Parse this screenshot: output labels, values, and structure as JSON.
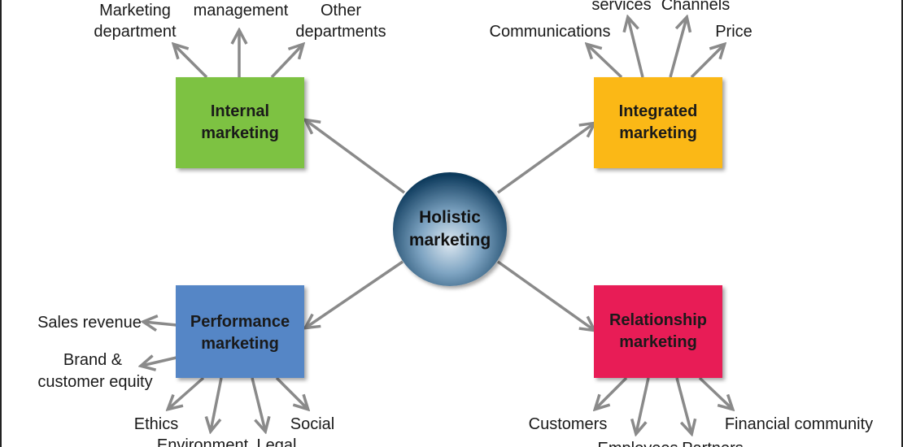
{
  "center": {
    "line1": "Holistic",
    "line2": "marketing"
  },
  "colors": {
    "internal": "#7dc242",
    "integrated": "#fbb817",
    "performance": "#5486c6",
    "relationship": "#e81c57",
    "arrow": "#8a8a8a",
    "center_dark": "#0d3a5c",
    "center_light": "#d6e4ef"
  },
  "boxes": {
    "internal": {
      "line1": "Internal",
      "line2": "marketing"
    },
    "integrated": {
      "line1": "Integrated",
      "line2": "marketing"
    },
    "performance": {
      "line1": "Performance",
      "line2": "marketing"
    },
    "relationship": {
      "line1": "Relationship",
      "line2": "marketing"
    }
  },
  "labels": {
    "internal": {
      "marketing_department_1": "Marketing",
      "marketing_department_2": "department",
      "senior_management": "management",
      "other_departments_1": "Other",
      "other_departments_2": "departments"
    },
    "integrated": {
      "communications": "Communications",
      "products_services": "services",
      "channels": "Channels",
      "price": "Price"
    },
    "performance": {
      "sales_revenue": "Sales revenue",
      "brand_equity_1": "Brand &",
      "brand_equity_2": "customer equity",
      "ethics": "Ethics",
      "environment": "Environment",
      "legal": "Legal",
      "social": "Social"
    },
    "relationship": {
      "customers": "Customers",
      "employees": "Employees",
      "partners": "Partners",
      "financial_community": "Financial community"
    }
  }
}
